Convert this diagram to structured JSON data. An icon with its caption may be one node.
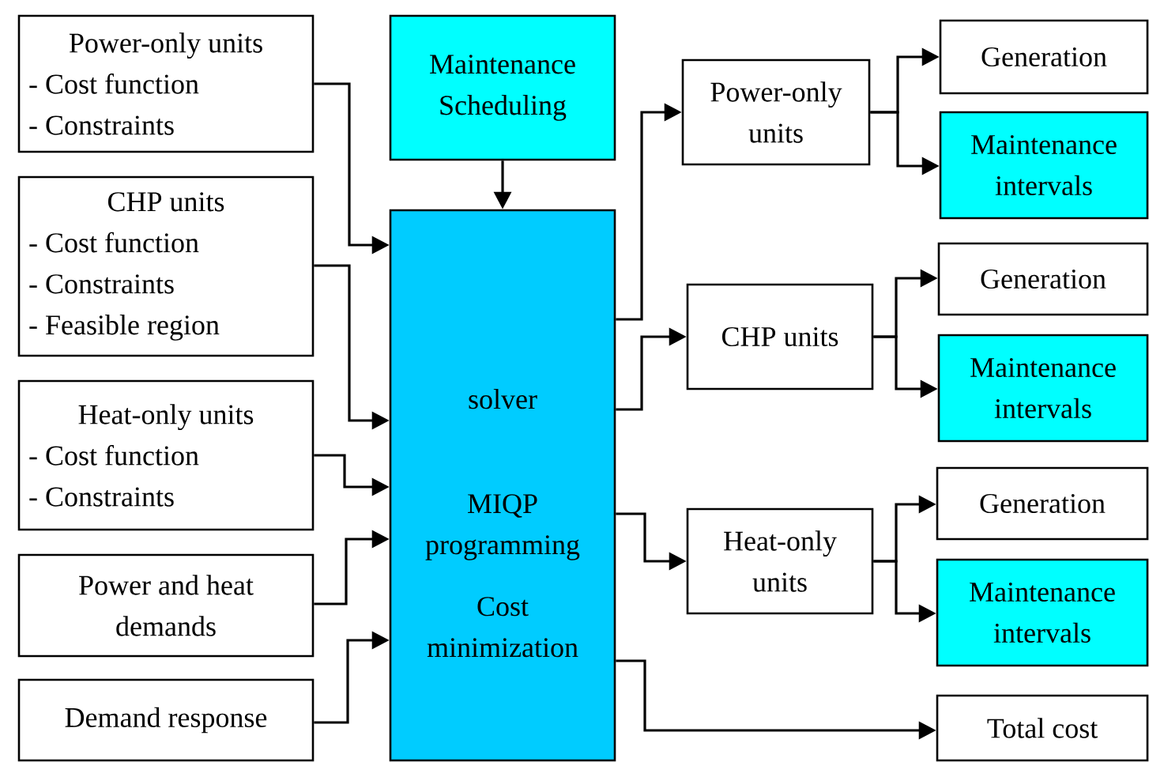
{
  "diagram": {
    "nodes": [
      {
        "text": [
          "Power-only units",
          "- Cost function",
          "- Constraints"
        ]
      },
      {
        "text": [
          "CHP units",
          "- Cost function",
          "- Constraints",
          "- Feasible region"
        ]
      },
      {
        "text": [
          "Heat-only units",
          "- Cost function",
          "- Constraints"
        ]
      },
      {
        "text": [
          "Power and heat demands"
        ]
      },
      {
        "text": [
          "Demand response"
        ]
      },
      {
        "text": [
          "Maintenance Scheduling"
        ]
      },
      {
        "text": [
          "solver",
          "MIQP programming",
          "Cost minimization"
        ]
      },
      {
        "text": [
          "Power-only units"
        ]
      },
      {
        "text": [
          "CHP units"
        ]
      },
      {
        "text": [
          "Heat-only units"
        ]
      },
      {
        "text": [
          "Generation"
        ]
      },
      {
        "text": [
          "Maintenance intervals"
        ]
      },
      {
        "text": [
          "Generation"
        ]
      },
      {
        "text": [
          "Maintenance intervals"
        ]
      },
      {
        "text": [
          "Generation"
        ]
      },
      {
        "text": [
          "Maintenance intervals"
        ]
      },
      {
        "text": [
          "Total cost"
        ]
      }
    ],
    "edges": [
      {
        "from": 0,
        "to": 6,
        "arrow": "to"
      },
      {
        "from": 1,
        "to": 6,
        "arrow": "to"
      },
      {
        "from": 2,
        "to": 6,
        "arrow": "to"
      },
      {
        "from": 3,
        "to": 6,
        "arrow": "to"
      },
      {
        "from": 4,
        "to": 6,
        "arrow": "to"
      },
      {
        "from": 5,
        "to": 6,
        "arrow": "to"
      },
      {
        "from": 6,
        "to": 7,
        "arrow": "to"
      },
      {
        "from": 6,
        "to": 8,
        "arrow": "to"
      },
      {
        "from": 6,
        "to": 9,
        "arrow": "to"
      },
      {
        "from": 6,
        "to": 16,
        "arrow": "to"
      },
      {
        "from": 7,
        "to": 10,
        "arrow": "to"
      },
      {
        "from": 7,
        "to": 11,
        "arrow": "to"
      },
      {
        "from": 8,
        "to": 12,
        "arrow": "to"
      },
      {
        "from": 8,
        "to": 13,
        "arrow": "to"
      },
      {
        "from": 9,
        "to": 14,
        "arrow": "to"
      },
      {
        "from": 9,
        "to": 15,
        "arrow": "to"
      }
    ]
  }
}
